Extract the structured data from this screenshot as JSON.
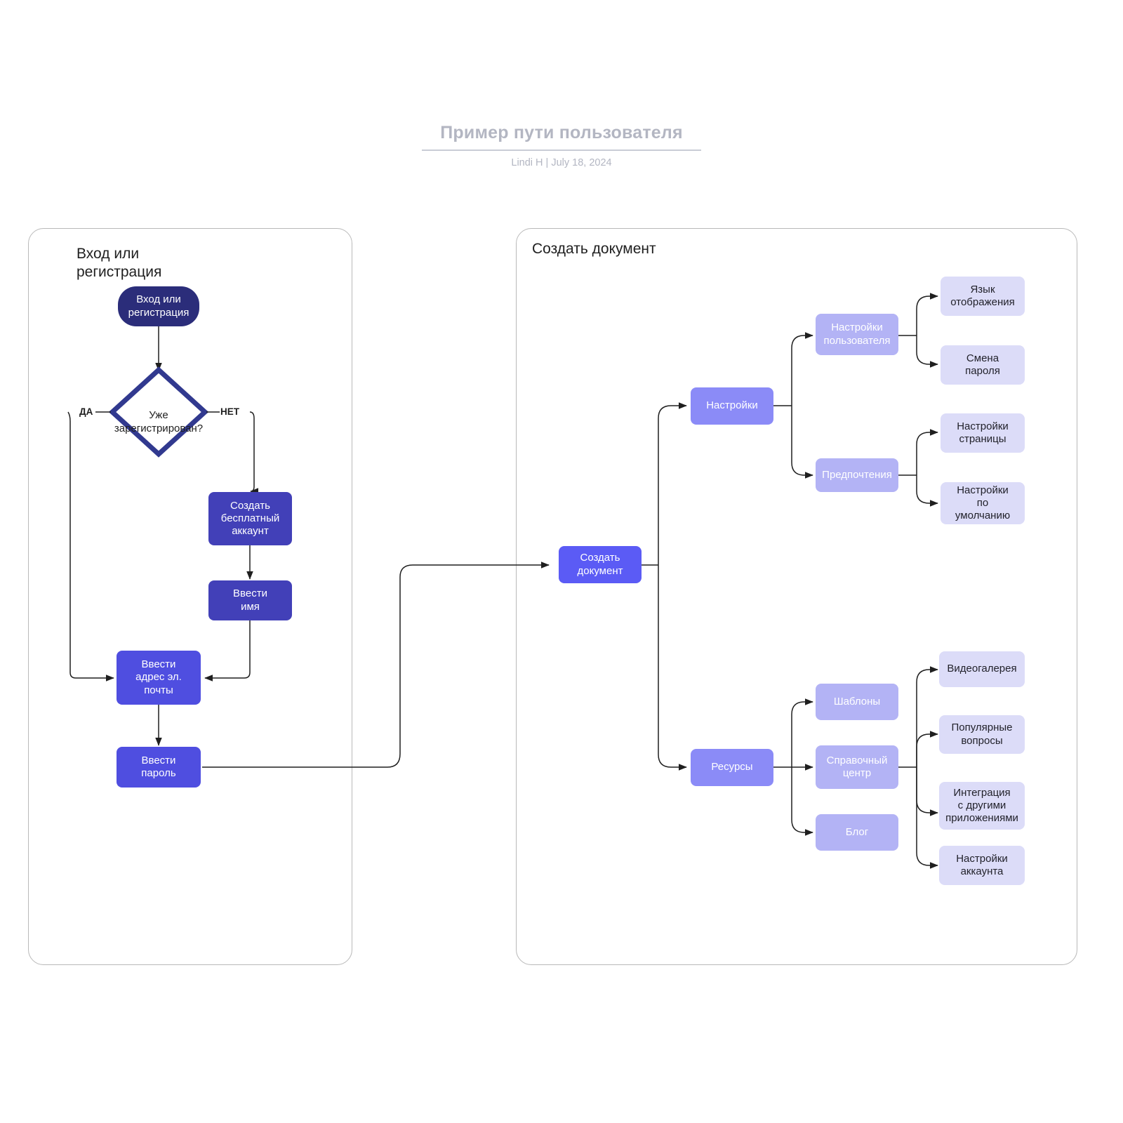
{
  "header": {
    "title": "Пример пути пользователя",
    "author": "Lindi H",
    "separator": "|",
    "date": "July 18, 2024",
    "subtitle": "Lindi H  |  July 18, 2024"
  },
  "colors": {
    "start_node": "#2b2d7a",
    "dark_node": "#4240b8",
    "mid_node": "#4f4ee0",
    "bright_node": "#5b5bf5",
    "peri_node": "#8b8bf7",
    "peri2_node": "#b3b3f5",
    "light_node": "#dcdcf8",
    "diamond_border": "#31398f",
    "panel_border": "#b9b9b9",
    "title_text": "#b3b6c2",
    "edge_stroke": "#1f1f1f"
  },
  "panels": [
    {
      "id": "login",
      "title": "Вход или\nрегистрация"
    },
    {
      "id": "create",
      "title": "Создать документ"
    }
  ],
  "edge_labels": {
    "yes": "ДА",
    "no": "НЕТ"
  },
  "nodes": {
    "start": "Вход или\nрегистрация",
    "decision": "Уже\nзарегистрирован?",
    "create_account": "Создать\nбесплатный\nаккаунт",
    "enter_name": "Ввести\nимя",
    "enter_email": "Ввести\nадрес эл.\nпочты",
    "enter_password": "Ввести\nпароль",
    "create_document": "Создать\nдокумент",
    "settings": "Настройки",
    "user_settings": "Настройки\nпользователя",
    "display_language": "Язык\nотображения",
    "change_password": "Смена\nпароля",
    "preferences": "Предпочтения",
    "page_settings": "Настройки\nстраницы",
    "default_settings": "Настройки\nпо\nумолчанию",
    "resources": "Ресурсы",
    "templates": "Шаблоны",
    "help_center": "Справочный\nцентр",
    "video_gallery": "Видеогалерея",
    "popular_questions": "Популярные\nвопросы",
    "integrations": "Интеграция\nс другими\nприложениями",
    "account_settings": "Настройки\nаккаунта",
    "blog": "Блог"
  },
  "chart_data": {
    "type": "diagram",
    "title": "Пример пути пользователя",
    "flow": [
      {
        "from": "Вход или регистрация",
        "to": "Уже зарегистрирован?",
        "label": ""
      },
      {
        "from": "Уже зарегистрирован?",
        "to": "Ввести адрес эл. почты",
        "label": "ДА"
      },
      {
        "from": "Уже зарегистрирован?",
        "to": "Создать бесплатный аккаунт",
        "label": "НЕТ"
      },
      {
        "from": "Создать бесплатный аккаунт",
        "to": "Ввести имя",
        "label": ""
      },
      {
        "from": "Ввести имя",
        "to": "Ввести адрес эл. почты",
        "label": ""
      },
      {
        "from": "Ввести адрес эл. почты",
        "to": "Ввести пароль",
        "label": ""
      },
      {
        "from": "Ввести пароль",
        "to": "Создать документ",
        "label": ""
      },
      {
        "from": "Создать документ",
        "to": "Настройки",
        "label": ""
      },
      {
        "from": "Создать документ",
        "to": "Ресурсы",
        "label": ""
      },
      {
        "from": "Настройки",
        "to": "Настройки пользователя",
        "label": ""
      },
      {
        "from": "Настройки",
        "to": "Предпочтения",
        "label": ""
      },
      {
        "from": "Настройки пользователя",
        "to": "Язык отображения",
        "label": ""
      },
      {
        "from": "Настройки пользователя",
        "to": "Смена пароля",
        "label": ""
      },
      {
        "from": "Предпочтения",
        "to": "Настройки страницы",
        "label": ""
      },
      {
        "from": "Предпочтения",
        "to": "Настройки по умолчанию",
        "label": ""
      },
      {
        "from": "Ресурсы",
        "to": "Шаблоны",
        "label": ""
      },
      {
        "from": "Ресурсы",
        "to": "Справочный центр",
        "label": ""
      },
      {
        "from": "Ресурсы",
        "to": "Блог",
        "label": ""
      },
      {
        "from": "Справочный центр",
        "to": "Видеогалерея",
        "label": ""
      },
      {
        "from": "Справочный центр",
        "to": "Популярные вопросы",
        "label": ""
      },
      {
        "from": "Справочный центр",
        "to": "Интеграция с другими приложениями",
        "label": ""
      },
      {
        "from": "Справочный центр",
        "to": "Настройки аккаунта",
        "label": ""
      }
    ]
  }
}
